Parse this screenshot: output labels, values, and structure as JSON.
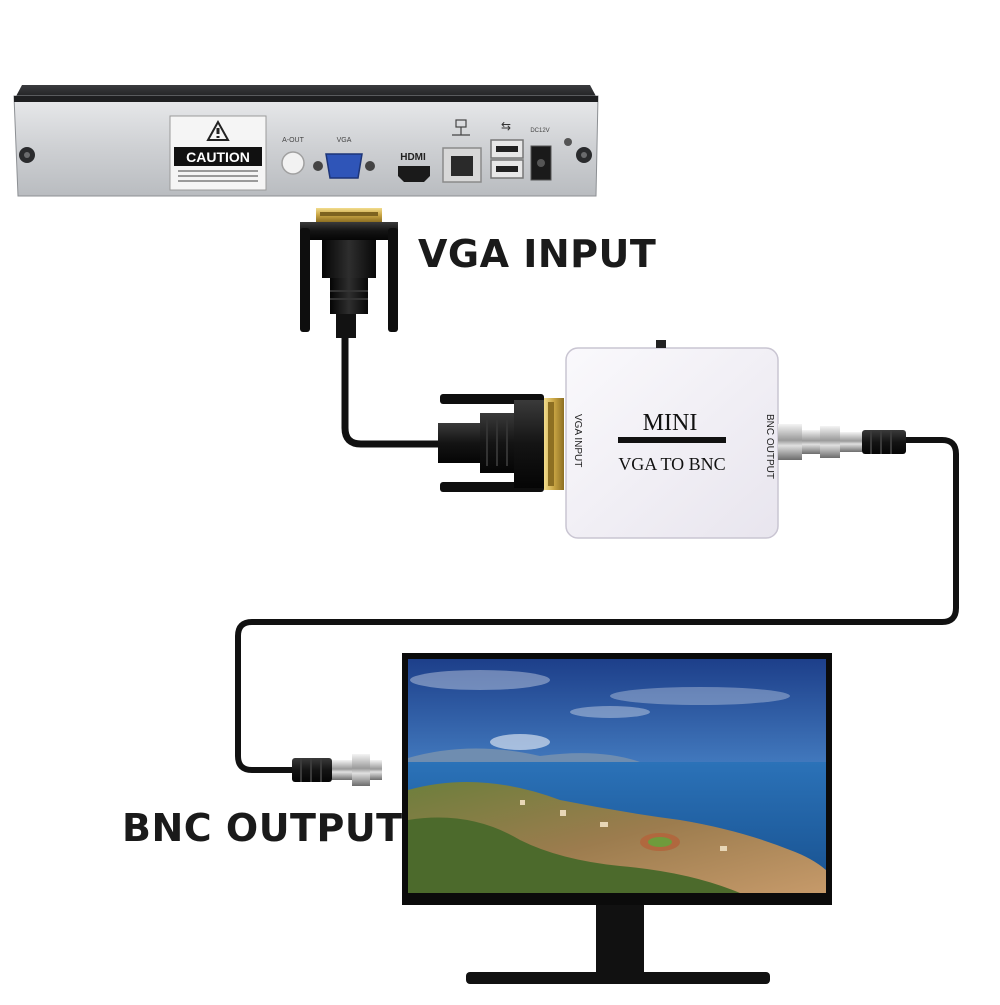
{
  "labels": {
    "vga_input": "VGA INPUT",
    "bnc_output": "BNC OUTPUT"
  },
  "dvr": {
    "caution": "CAUTION",
    "ports": {
      "aout": "A-OUT",
      "vga": "VGA",
      "hdmi": "HDMI",
      "dc": "DC12V"
    }
  },
  "converter": {
    "title": "MINI",
    "subtitle": "VGA TO BNC",
    "input_label": "VGA INPUT",
    "output_label": "BNC OUTPUT"
  },
  "colors": {
    "cable": "#111111",
    "vga_port": "#2f55b8",
    "converter_body": "#f3f1f6",
    "connector_gold": "#c9a544",
    "sky_top": "#1d3f8a",
    "sea": "#1f5fa8"
  },
  "icons": [
    "warning-triangle-icon",
    "network-icon",
    "usb-icon"
  ]
}
